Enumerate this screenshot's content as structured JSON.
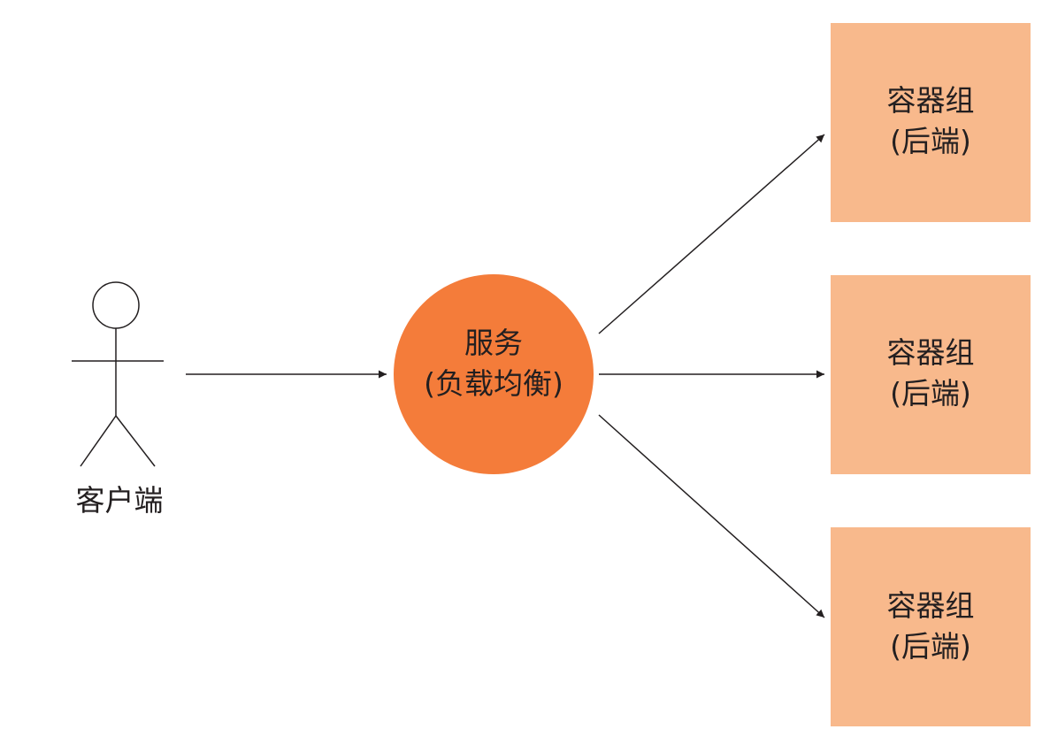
{
  "client": {
    "label": "客户端"
  },
  "service": {
    "line1": "服务",
    "line2": "(负载均衡)"
  },
  "pods": [
    {
      "line1": "容器组",
      "line2": "(后端)"
    },
    {
      "line1": "容器组",
      "line2": "(后端)"
    },
    {
      "line1": "容器组",
      "line2": "(后端)"
    }
  ],
  "colors": {
    "service": "#F47C3A",
    "pod": "#F8B98C",
    "line": "#231F20"
  }
}
